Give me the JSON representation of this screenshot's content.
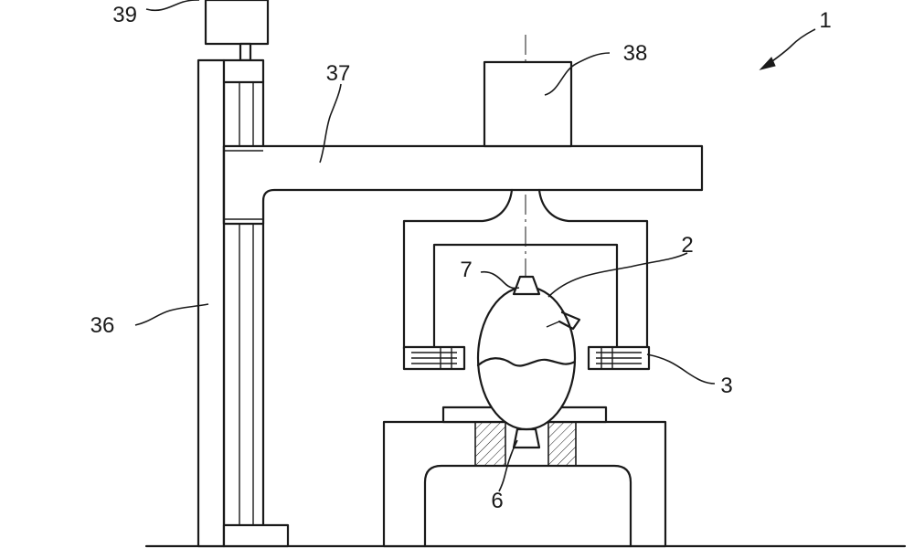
{
  "figure": {
    "reference_numerals": {
      "device": "1",
      "article": "2",
      "sensor": "3",
      "lower_holder": "6",
      "upper_holder": "7",
      "column": "36",
      "arm": "37",
      "actuator": "38",
      "drive": "39"
    }
  }
}
